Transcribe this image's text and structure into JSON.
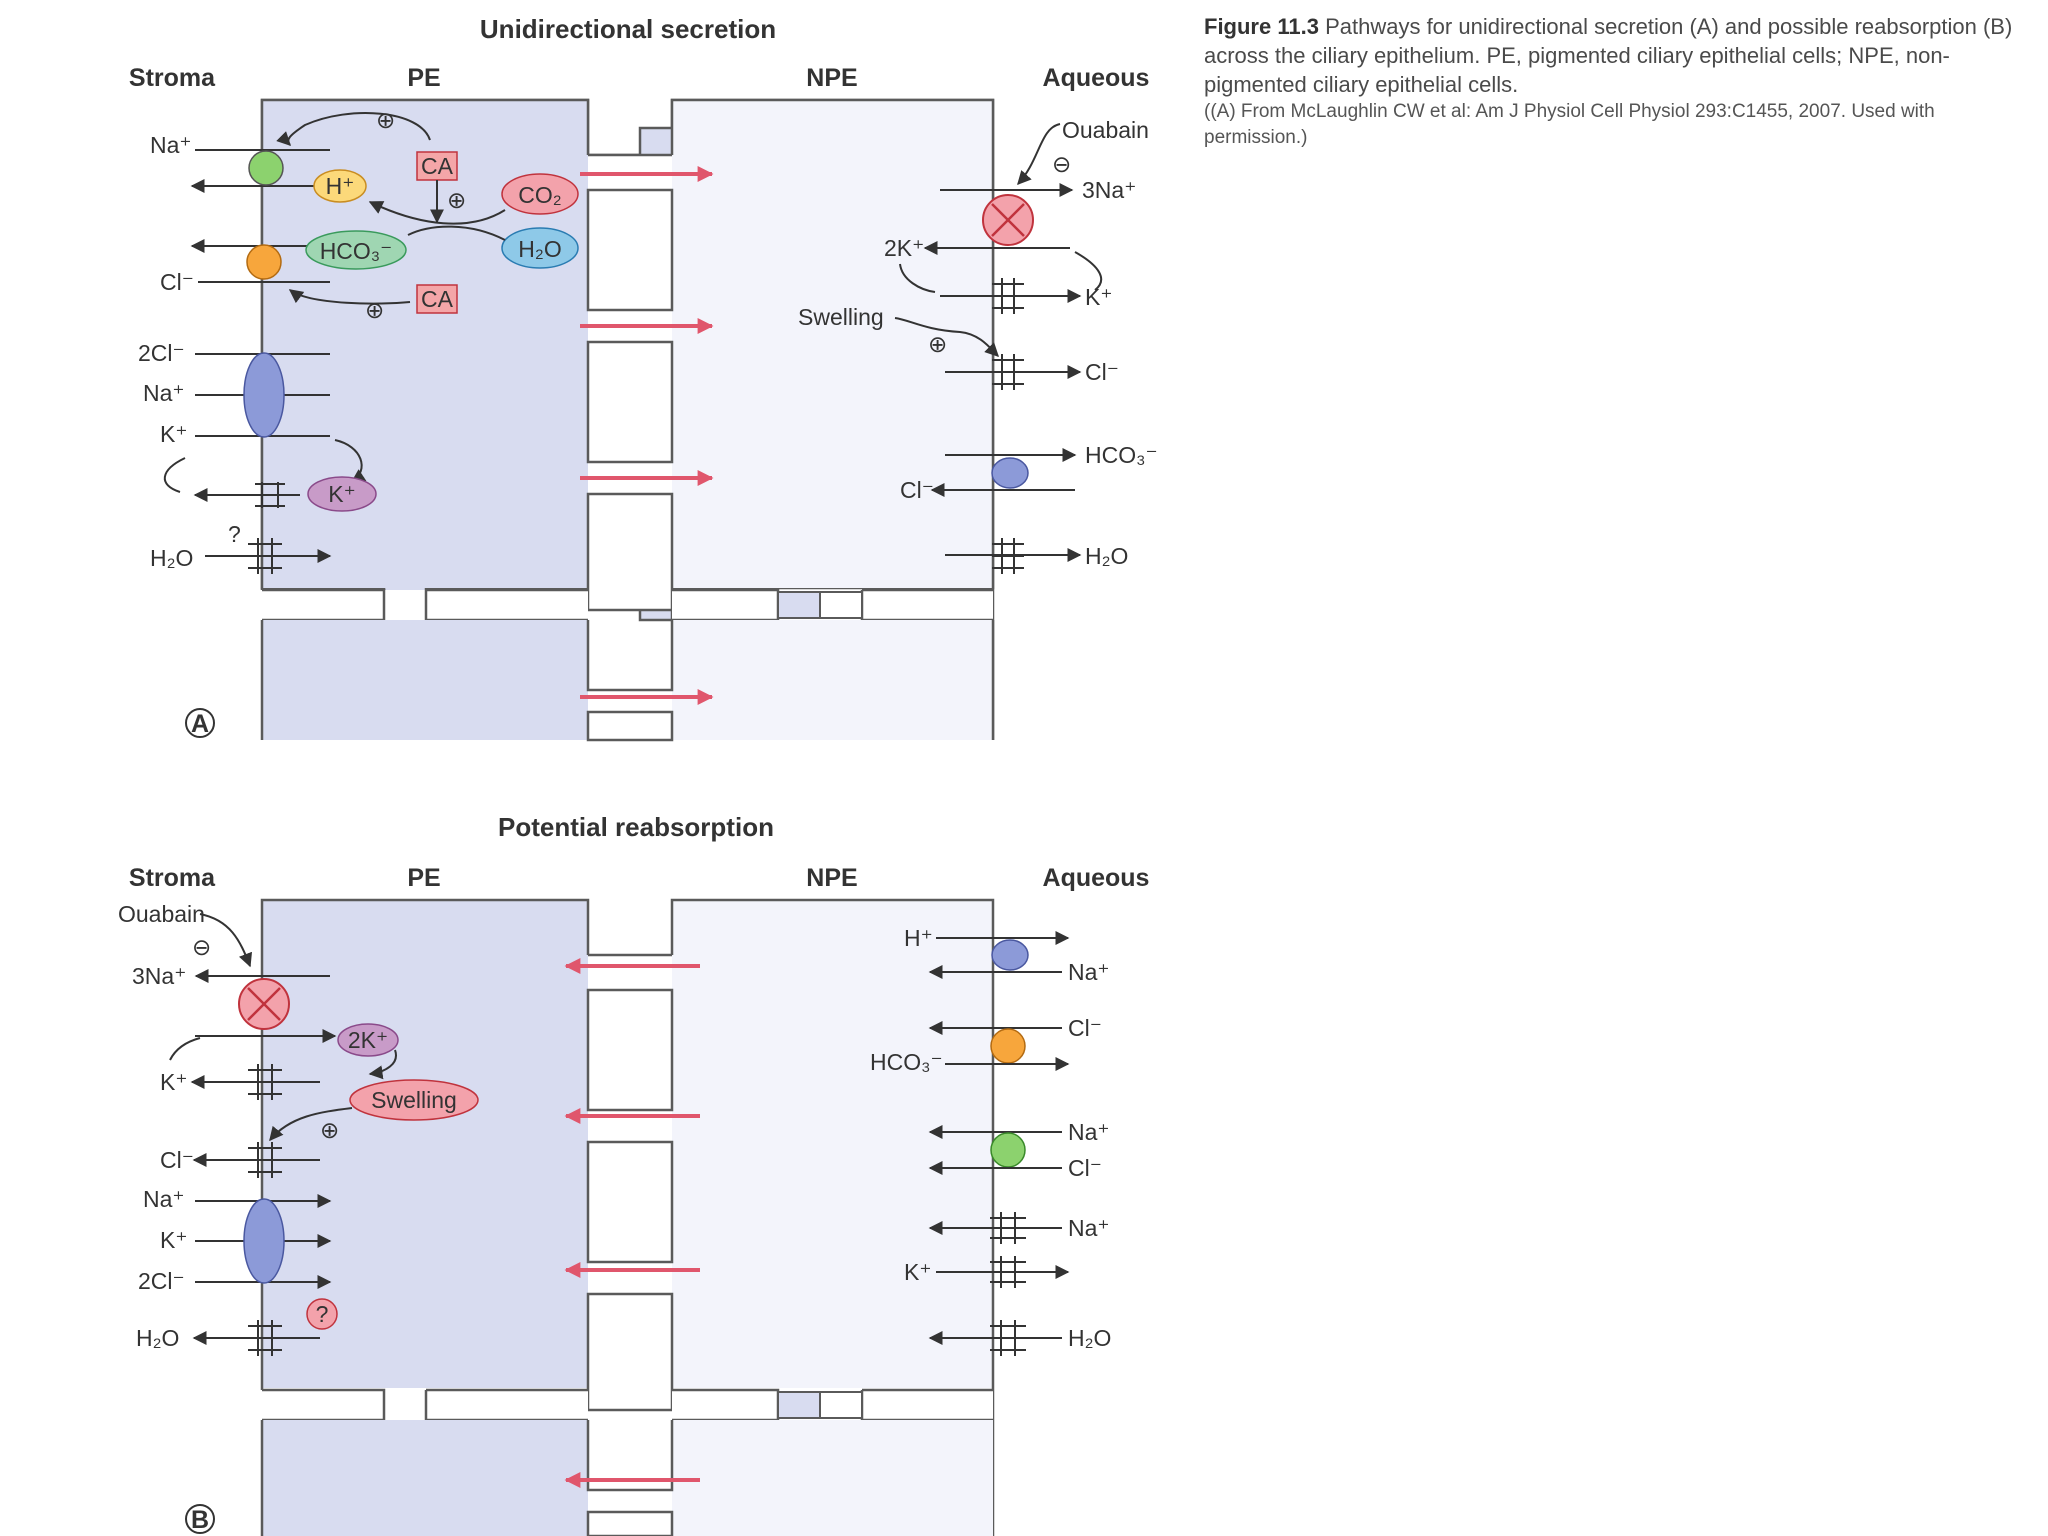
{
  "caption": {
    "figure_number": "Figure 11.3",
    "text": "Pathways for unidirectional secretion (A) and possible reabsorption (B) across the ciliary epithelium. PE, pigmented ciliary epithelial cells; NPE, non-pigmented ciliary epithelial cells.",
    "source": "((A) From McLaughlin CW et al: Am J Physiol Cell Physiol 293:C1455, 2007. Used with permission.)"
  },
  "colors": {
    "pe_fill": "#d8dcf0",
    "npe_fill": "#f3f4fb",
    "cell_stroke": "#5a5a5a",
    "flow_arrow": "#e0566c",
    "green": "#8cd26e",
    "orange": "#f7a63c",
    "yellow": "#fcd97a",
    "blue": "#8c9ad8",
    "lightblue": "#8ec9e8",
    "pink": "#f3a2ab",
    "purple": "#c89bc8",
    "teal": "#9fd6b2",
    "ca_box": "#f4a6a8"
  },
  "panel_a": {
    "title": "Unidirectional secretion",
    "label": "A",
    "headers": {
      "stroma": "Stroma",
      "pe": "PE",
      "npe": "NPE",
      "aqueous": "Aqueous"
    },
    "left": {
      "na": "Na⁺",
      "h_ion": "H⁺",
      "ca1": "CA",
      "co2": "CO₂",
      "h2o_mol": "H₂O",
      "hco3": "HCO₃⁻",
      "cl": "Cl⁻",
      "ca2": "CA",
      "cl2": "2Cl⁻",
      "na2": "Na⁺",
      "k": "K⁺",
      "k_channel": "K⁺",
      "question": "?",
      "h2o": "H₂O",
      "plus1": "⊕",
      "plus2": "⊕",
      "plus3": "⊕"
    },
    "right": {
      "ouabain": "Ouabain",
      "minus": "⊖",
      "na3": "3Na⁺",
      "k2": "2K⁺",
      "k": "K⁺",
      "swelling": "Swelling",
      "plus": "⊕",
      "cl": "Cl⁻",
      "hco3": "HCO₃⁻",
      "cl_in": "Cl⁻",
      "h2o": "H₂O"
    }
  },
  "panel_b": {
    "title": "Potential reabsorption",
    "label": "B",
    "headers": {
      "stroma": "Stroma",
      "pe": "PE",
      "npe": "NPE",
      "aqueous": "Aqueous"
    },
    "left": {
      "ouabain": "Ouabain",
      "minus": "⊖",
      "na3": "3Na⁺",
      "k2": "2K⁺",
      "k": "K⁺",
      "swelling": "Swelling",
      "plus": "⊕",
      "cl": "Cl⁻",
      "na": "Na⁺",
      "k2b": "K⁺",
      "cl2": "2Cl⁻",
      "h2o": "H₂O",
      "question": "?"
    },
    "right": {
      "h_ion": "H⁺",
      "na": "Na⁺",
      "cl": "Cl⁻",
      "hco3": "HCO₃⁻",
      "na2": "Na⁺",
      "cl2": "Cl⁻",
      "na3": "Na⁺",
      "k": "K⁺",
      "h2o": "H₂O"
    }
  }
}
